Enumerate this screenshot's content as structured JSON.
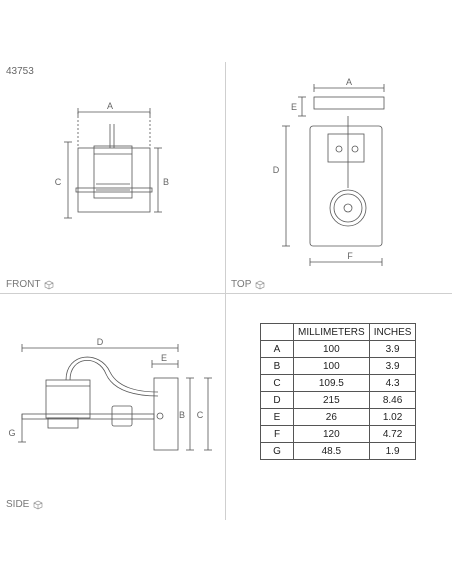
{
  "product_code": "43753",
  "views": {
    "front": "FRONT",
    "top": "TOP",
    "side": "SIDE"
  },
  "dim_letters": {
    "a": "A",
    "b": "B",
    "c": "C",
    "d": "D",
    "e": "E",
    "f": "F",
    "g": "G"
  },
  "table": {
    "headers": [
      "",
      "MILLIMETERS",
      "INCHES"
    ],
    "rows": [
      [
        "A",
        "100",
        "3.9"
      ],
      [
        "B",
        "100",
        "3.9"
      ],
      [
        "C",
        "109.5",
        "4.3"
      ],
      [
        "D",
        "215",
        "8.46"
      ],
      [
        "E",
        "26",
        "1.02"
      ],
      [
        "F",
        "120",
        "4.72"
      ],
      [
        "G",
        "48.5",
        "1.9"
      ]
    ]
  },
  "colors": {
    "line": "#555555",
    "divider": "#cfcfcf"
  }
}
